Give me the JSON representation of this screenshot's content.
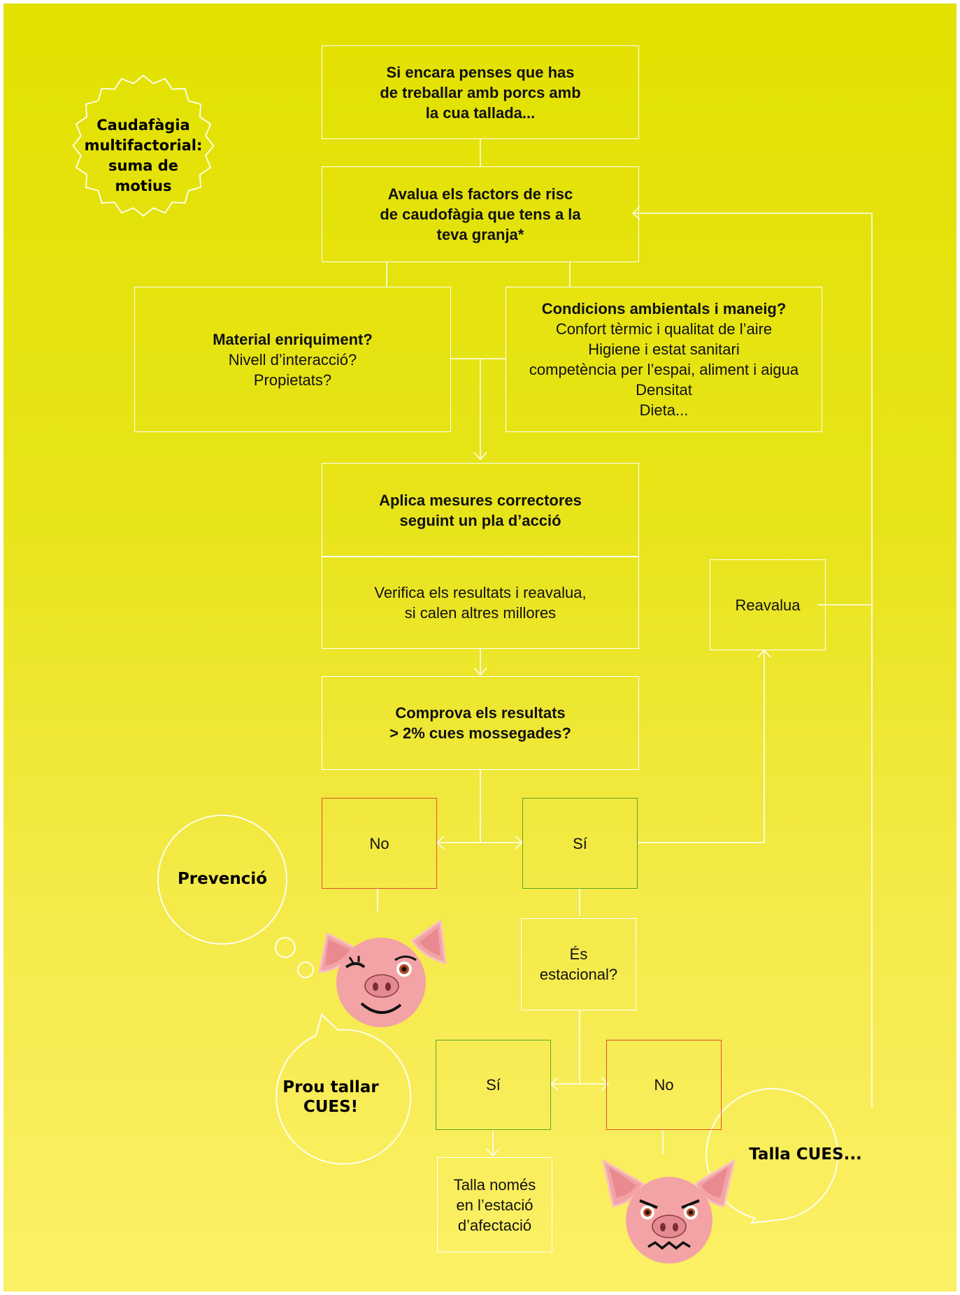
{
  "colors": {
    "background_top": "#e2e100",
    "background_bottom": "#fcf066",
    "lines": "#ffffff",
    "no_border": "#e0502a",
    "yes_border": "#5aa428",
    "pig": "#f3a3a5"
  },
  "badge": {
    "text": "Caudafàgia\nmultifactorial:\nsuma de\nmotius",
    "shape": "starburst-icon"
  },
  "boxes": {
    "start": {
      "title": "Si encara penses que has\nde treballar amb porcs amb\nla cua tallada..."
    },
    "assess": {
      "title": "Avalua els factors de risc\nde caudofàgia que tens a la\nteva granja*"
    },
    "enrichment": {
      "title": "Material enriquiment?",
      "lines": "Nivell d’interacció?\nPropietats?"
    },
    "conditions": {
      "title": "Condicions ambientals i maneig?",
      "lines": "Confort tèrmic i qualitat de l’aire\nHigiene i estat sanitari\ncompetència per l’espai, aliment i aigua\nDensitat\nDieta..."
    },
    "apply": {
      "title": "Aplica mesures correctores\nseguint un pla d’acció"
    },
    "verify": {
      "text": "Verifica els resultats i reavalua,\nsi calen altres millores"
    },
    "reassess": {
      "text": "Reavalua"
    },
    "check": {
      "title": "Comprova els resultats\n> 2% cues mossegades?"
    },
    "no1": {
      "text": "No"
    },
    "yes1": {
      "text": "Sí"
    },
    "seasonal": {
      "text": "És\nestacional?"
    },
    "yes2": {
      "text": "Sí"
    },
    "no2": {
      "text": "No"
    },
    "cut_season": {
      "text": "Talla només\nen l’estació\nd’afectació"
    }
  },
  "bubbles": {
    "prevention": "Prevenció",
    "stop_cutting": "Prou tallar\nCUES!",
    "cut_tails": "Talla CUES..."
  },
  "icons": {
    "happy_pig": "winking-pig-icon",
    "worried_pig": "worried-pig-icon"
  }
}
